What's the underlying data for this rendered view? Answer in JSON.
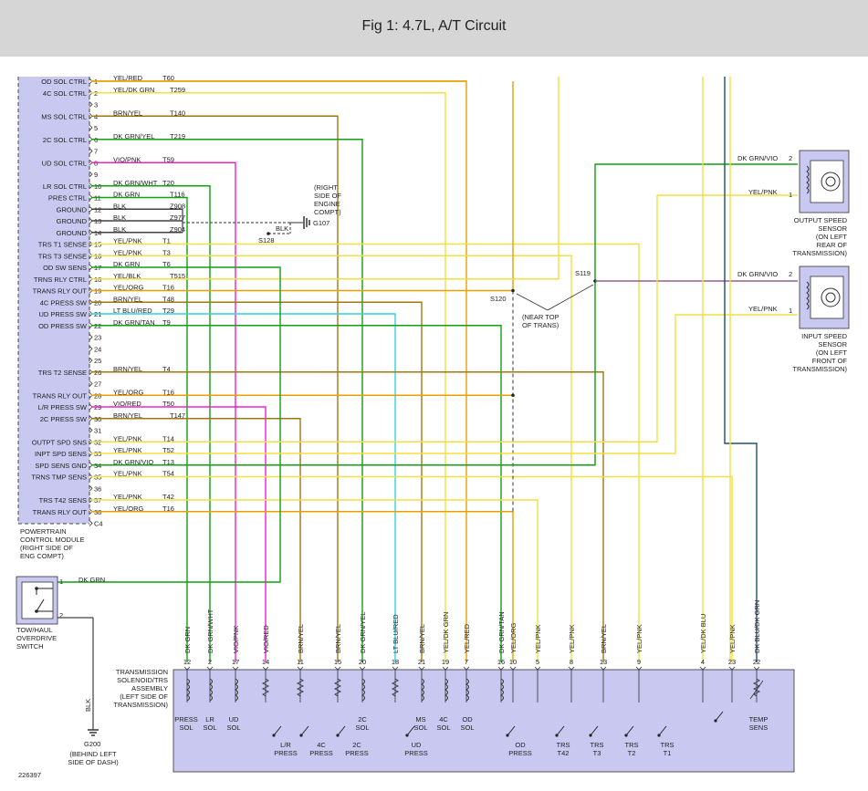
{
  "title": "Fig 1: 4.7L, A/T Circuit",
  "colors": {
    "module_fill": "#c8c8f0",
    "ylw": "#f0e040",
    "org": "#e8a000",
    "brn": "#a07810",
    "grn": "#10a010",
    "pnk": "#f020d0",
    "blu": "#30d0e0",
    "vio": "#906090",
    "blk": "#404040",
    "navy": "#205070"
  },
  "pcm": {
    "name_lines": [
      "POWERTRAIN",
      "CONTROL MODULE",
      "(RIGHT SIDE OF",
      "ENG COMPT)"
    ],
    "pins": [
      {
        "pin": "1",
        "label": "OD SOL CTRL",
        "wire": "YEL/RED",
        "circuit": "T60",
        "color": "org"
      },
      {
        "pin": "2",
        "label": "4C SOL CTRL",
        "wire": "YEL/DK GRN",
        "circuit": "T259",
        "color": "ylw"
      },
      {
        "pin": "3",
        "label": "",
        "wire": "",
        "circuit": "",
        "color": ""
      },
      {
        "pin": "4",
        "label": "MS SOL CTRL",
        "wire": "BRN/YEL",
        "circuit": "T140",
        "color": "brn"
      },
      {
        "pin": "5",
        "label": "",
        "wire": "",
        "circuit": "",
        "color": ""
      },
      {
        "pin": "6",
        "label": "2C SOL CTRL",
        "wire": "DK GRN/YEL",
        "circuit": "T219",
        "color": "grn"
      },
      {
        "pin": "7",
        "label": "",
        "wire": "",
        "circuit": "",
        "color": ""
      },
      {
        "pin": "8",
        "label": "UD SOL CTRL",
        "wire": "VIO/PNK",
        "circuit": "T59",
        "color": "pnk"
      },
      {
        "pin": "9",
        "label": "",
        "wire": "",
        "circuit": "",
        "color": ""
      },
      {
        "pin": "10",
        "label": "LR SOL CTRL",
        "wire": "DK GRN/WHT",
        "circuit": "T20",
        "color": "grn"
      },
      {
        "pin": "11",
        "label": "PRES CTRL",
        "wire": "DK GRN",
        "circuit": "T116",
        "color": "grn"
      },
      {
        "pin": "12",
        "label": "GROUND",
        "wire": "BLK",
        "circuit": "Z908",
        "color": "blk"
      },
      {
        "pin": "13",
        "label": "GROUND",
        "wire": "BLK",
        "circuit": "Z977",
        "color": "blk"
      },
      {
        "pin": "14",
        "label": "GROUND",
        "wire": "BLK",
        "circuit": "Z904",
        "color": "blk"
      },
      {
        "pin": "15",
        "label": "TRS T1 SENSE",
        "wire": "YEL/PNK",
        "circuit": "T1",
        "color": "ylw"
      },
      {
        "pin": "16",
        "label": "TRS T3 SENSE",
        "wire": "YEL/PNK",
        "circuit": "T3",
        "color": "ylw"
      },
      {
        "pin": "17",
        "label": "OD SW SENS",
        "wire": "DK GRN",
        "circuit": "T6",
        "color": "grn"
      },
      {
        "pin": "18",
        "label": "TRNS RLY CTRL",
        "wire": "YEL/BLK",
        "circuit": "T515",
        "color": "ylw"
      },
      {
        "pin": "19",
        "label": "TRANS RLY OUT",
        "wire": "YEL/ORG",
        "circuit": "T16",
        "color": "org"
      },
      {
        "pin": "20",
        "label": "4C PRESS SW",
        "wire": "BRN/YEL",
        "circuit": "T48",
        "color": "brn"
      },
      {
        "pin": "21",
        "label": "UD PRESS SW",
        "wire": "LT BLU/RED",
        "circuit": "T29",
        "color": "blu"
      },
      {
        "pin": "22",
        "label": "OD PRESS SW",
        "wire": "DK GRN/TAN",
        "circuit": "T9",
        "color": "grn"
      },
      {
        "pin": "23",
        "label": "",
        "wire": "",
        "circuit": "",
        "color": ""
      },
      {
        "pin": "24",
        "label": "",
        "wire": "",
        "circuit": "",
        "color": ""
      },
      {
        "pin": "25",
        "label": "",
        "wire": "",
        "circuit": "",
        "color": ""
      },
      {
        "pin": "26",
        "label": "TRS T2 SENSE",
        "wire": "BRN/YEL",
        "circuit": "T4",
        "color": "brn"
      },
      {
        "pin": "27",
        "label": "",
        "wire": "",
        "circuit": "",
        "color": ""
      },
      {
        "pin": "28",
        "label": "TRANS RLY OUT",
        "wire": "YEL/ORG",
        "circuit": "T16",
        "color": "org"
      },
      {
        "pin": "29",
        "label": "L/R PRESS SW",
        "wire": "VIO/RED",
        "circuit": "T50",
        "color": "pnk"
      },
      {
        "pin": "30",
        "label": "2C PRESS SW",
        "wire": "BRN/YEL",
        "circuit": "T147",
        "color": "brn"
      },
      {
        "pin": "31",
        "label": "",
        "wire": "",
        "circuit": "",
        "color": ""
      },
      {
        "pin": "32",
        "label": "OUTPT SPD SNS",
        "wire": "YEL/PNK",
        "circuit": "T14",
        "color": "ylw"
      },
      {
        "pin": "33",
        "label": "INPT SPD SENS",
        "wire": "YEL/PNK",
        "circuit": "T52",
        "color": "ylw"
      },
      {
        "pin": "34",
        "label": "SPD SENS GND",
        "wire": "DK GRN/VIO",
        "circuit": "T13",
        "color": "grn"
      },
      {
        "pin": "35",
        "label": "TRNS TMP SENS",
        "wire": "YEL/PNK",
        "circuit": "T54",
        "color": "ylw"
      },
      {
        "pin": "36",
        "label": "",
        "wire": "",
        "circuit": "",
        "color": ""
      },
      {
        "pin": "37",
        "label": "TRS T42 SENS",
        "wire": "YEL/PNK",
        "circuit": "T42",
        "color": "ylw"
      },
      {
        "pin": "38",
        "label": "TRANS RLY OUT",
        "wire": "YEL/ORG",
        "circuit": "T16",
        "color": "org"
      },
      {
        "pin": "C4",
        "label": "",
        "wire": "",
        "circuit": "",
        "color": ""
      }
    ]
  },
  "ground_g107": {
    "note_lines": [
      "(RIGHT",
      "SIDE OF",
      "ENGINE",
      "COMPT)"
    ],
    "splice": "S128",
    "wire": "BLK",
    "label": "G107"
  },
  "splices": {
    "s119": "S119",
    "s120": "S120",
    "note_lines": [
      "(NEAR TOP",
      "OF TRANS)"
    ]
  },
  "output_speed_sensor": {
    "pin2": "2",
    "pin1": "1",
    "wire2": "DK GRN/VIO",
    "wire1": "YEL/PNK",
    "name_lines": [
      "OUTPUT SPEED",
      "SENSOR",
      "(ON LEFT",
      "REAR OF",
      "TRANSMISSION)"
    ]
  },
  "input_speed_sensor": {
    "pin2": "2",
    "pin1": "1",
    "wire2": "DK GRN/VIO",
    "wire1": "YEL/PNK",
    "name_lines": [
      "INPUT SPEED",
      "SENSOR",
      "(ON LEFT",
      "FRONT OF",
      "TRANSMISSION)"
    ]
  },
  "tow_haul": {
    "pin1": "1",
    "pin2": "2",
    "wire1": "DK GRN",
    "wire2": "BLK",
    "name_lines": [
      "TOW/HAUL",
      "OVERDRIVE",
      "SWITCH"
    ]
  },
  "ground_g200": {
    "label": "G200",
    "note_lines": [
      "(BEHIND LEFT",
      "SIDE OF DASH)"
    ]
  },
  "assembly": {
    "name_lines": [
      "TRANSMISSION",
      "SOLENOID/TRS",
      "ASSEMBLY",
      "(LEFT SIDE OF",
      "TRANSMISSION)"
    ],
    "terminals": [
      {
        "pin": "12",
        "wire": "DK GRN",
        "color": "grn"
      },
      {
        "pin": "2",
        "wire": "DK GRN/WHT",
        "color": "grn"
      },
      {
        "pin": "17",
        "wire": "VIO/PNK",
        "color": "pnk"
      },
      {
        "pin": "14",
        "wire": "VIO/RED",
        "color": "pnk"
      },
      {
        "pin": "11",
        "wire": "BRN/YEL",
        "color": "brn"
      },
      {
        "pin": "15",
        "wire": "BRN/YEL",
        "color": "brn"
      },
      {
        "pin": "20",
        "wire": "DK GRN/YEL",
        "color": "grn"
      },
      {
        "pin": "18",
        "wire": "LT BLU/RED",
        "color": "blu"
      },
      {
        "pin": "21",
        "wire": "BRN/YEL",
        "color": "brn"
      },
      {
        "pin": "19",
        "wire": "YEL/DK GRN",
        "color": "ylw"
      },
      {
        "pin": "7",
        "wire": "YEL/RED",
        "color": "org"
      },
      {
        "pin": "16",
        "wire": "DK GRN/TAN",
        "color": "grn"
      },
      {
        "pin": "10",
        "wire": "YEL/ORG",
        "color": "org"
      },
      {
        "pin": "5",
        "wire": "YEL/PNK",
        "color": "ylw"
      },
      {
        "pin": "8",
        "wire": "YEL/PNK",
        "color": "ylw"
      },
      {
        "pin": "13",
        "wire": "BRN/YEL",
        "color": "brn"
      },
      {
        "pin": "9",
        "wire": "YEL/PNK",
        "color": "ylw"
      },
      {
        "pin": "4",
        "wire": "YEL/DK BLU",
        "color": "navy"
      },
      {
        "pin": "23",
        "wire": "YEL/PNK",
        "color": "ylw"
      },
      {
        "pin": "22",
        "wire": "DK BLU/DK GRN",
        "color": "navy"
      }
    ],
    "solenoids": [
      "PRESS SOL",
      "LR SOL",
      "UD SOL",
      "2C SOL",
      "MS SOL",
      "4C SOL",
      "OD SOL"
    ],
    "switches": [
      "L/R PRESS",
      "4C PRESS",
      "2C PRESS",
      "UD PRESS",
      "OD PRESS",
      "TRS T42",
      "TRS T3",
      "TRS T2",
      "TRS T1"
    ],
    "temp_sens": "TEMP SENS"
  },
  "fig_id": "226397"
}
